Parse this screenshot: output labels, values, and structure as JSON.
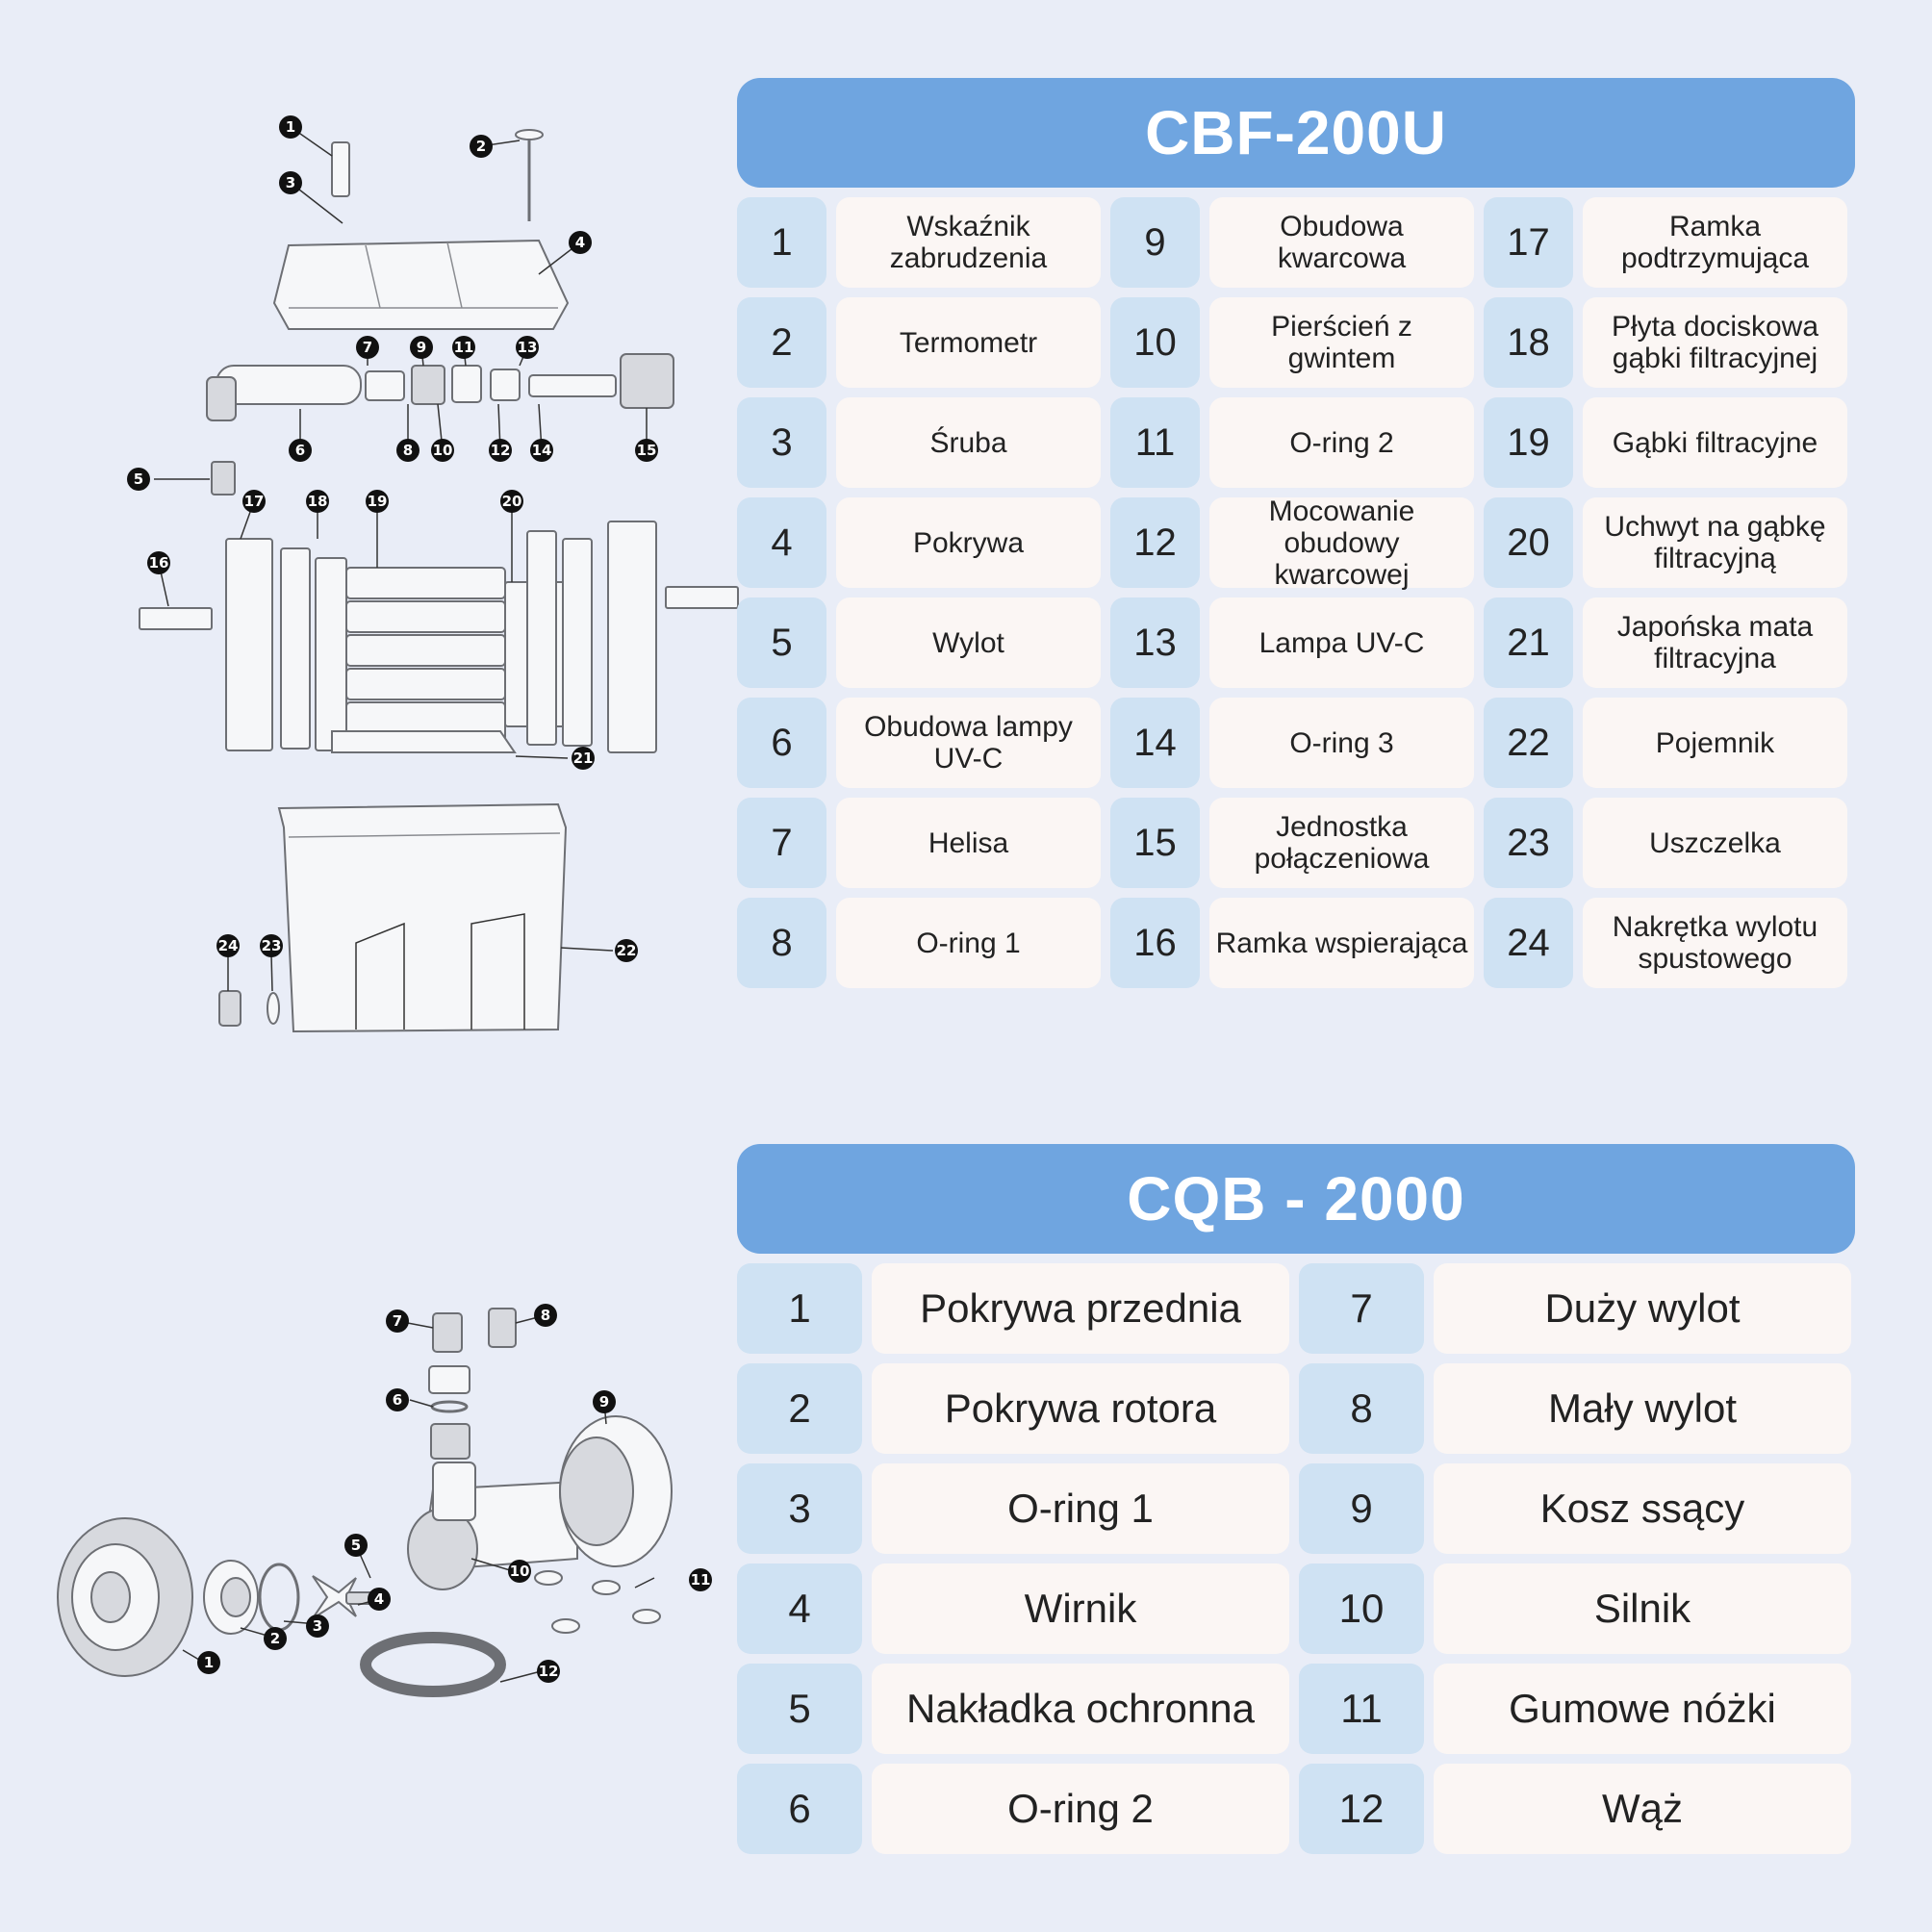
{
  "table_top": {
    "title": "CBF-200U",
    "rows": [
      [
        {
          "n": "1",
          "t": "Wskaźnik zabrudzenia"
        },
        {
          "n": "9",
          "t": "Obudowa kwarcowa"
        },
        {
          "n": "17",
          "t": "Ramka podtrzymująca"
        }
      ],
      [
        {
          "n": "2",
          "t": "Termometr"
        },
        {
          "n": "10",
          "t": "Pierścień z gwintem"
        },
        {
          "n": "18",
          "t": "Płyta dociskowa gąbki filtracyjnej"
        }
      ],
      [
        {
          "n": "3",
          "t": "Śruba"
        },
        {
          "n": "11",
          "t": "O-ring 2"
        },
        {
          "n": "19",
          "t": "Gąbki filtracyjne"
        }
      ],
      [
        {
          "n": "4",
          "t": "Pokrywa"
        },
        {
          "n": "12",
          "t": "Mocowanie obudowy kwarcowej"
        },
        {
          "n": "20",
          "t": "Uchwyt na gąbkę filtracyjną"
        }
      ],
      [
        {
          "n": "5",
          "t": "Wylot"
        },
        {
          "n": "13",
          "t": "Lampa UV-C"
        },
        {
          "n": "21",
          "t": "Japońska mata filtracyjna"
        }
      ],
      [
        {
          "n": "6",
          "t": "Obudowa lampy UV-C"
        },
        {
          "n": "14",
          "t": "O-ring 3"
        },
        {
          "n": "22",
          "t": "Pojemnik"
        }
      ],
      [
        {
          "n": "7",
          "t": "Helisa"
        },
        {
          "n": "15",
          "t": "Jednostka połączeniowa"
        },
        {
          "n": "23",
          "t": "Uszczelka"
        }
      ],
      [
        {
          "n": "8",
          "t": "O-ring 1"
        },
        {
          "n": "16",
          "t": "Ramka wspierająca"
        },
        {
          "n": "24",
          "t": "Nakrętka wylotu spustowego"
        }
      ]
    ]
  },
  "table_bottom": {
    "title": "CQB - 2000",
    "rows": [
      [
        {
          "n": "1",
          "t": "Pokrywa przednia"
        },
        {
          "n": "7",
          "t": "Duży wylot"
        }
      ],
      [
        {
          "n": "2",
          "t": "Pokrywa rotora"
        },
        {
          "n": "8",
          "t": "Mały wylot"
        }
      ],
      [
        {
          "n": "3",
          "t": "O-ring 1"
        },
        {
          "n": "9",
          "t": "Kosz ssący"
        }
      ],
      [
        {
          "n": "4",
          "t": "Wirnik"
        },
        {
          "n": "10",
          "t": "Silnik"
        }
      ],
      [
        {
          "n": "5",
          "t": "Nakładka ochronna"
        },
        {
          "n": "11",
          "t": "Gumowe nóżki"
        }
      ],
      [
        {
          "n": "6",
          "t": "O-ring 2"
        },
        {
          "n": "12",
          "t": "Wąż"
        }
      ]
    ]
  },
  "callouts_top": [
    "1",
    "2",
    "3",
    "4",
    "5",
    "6",
    "7",
    "8",
    "9",
    "10",
    "11",
    "12",
    "13",
    "14",
    "15",
    "16",
    "17",
    "18",
    "19",
    "20",
    "21",
    "22",
    "23",
    "24"
  ],
  "callouts_bottom": [
    "1",
    "2",
    "3",
    "4",
    "5",
    "6",
    "7",
    "8",
    "9",
    "10",
    "11",
    "12"
  ],
  "colors": {
    "background": "#e9edf7",
    "header": "#6fa5e0",
    "number_cell": "#cfe2f3",
    "label_cell": "#fbf6f4"
  }
}
